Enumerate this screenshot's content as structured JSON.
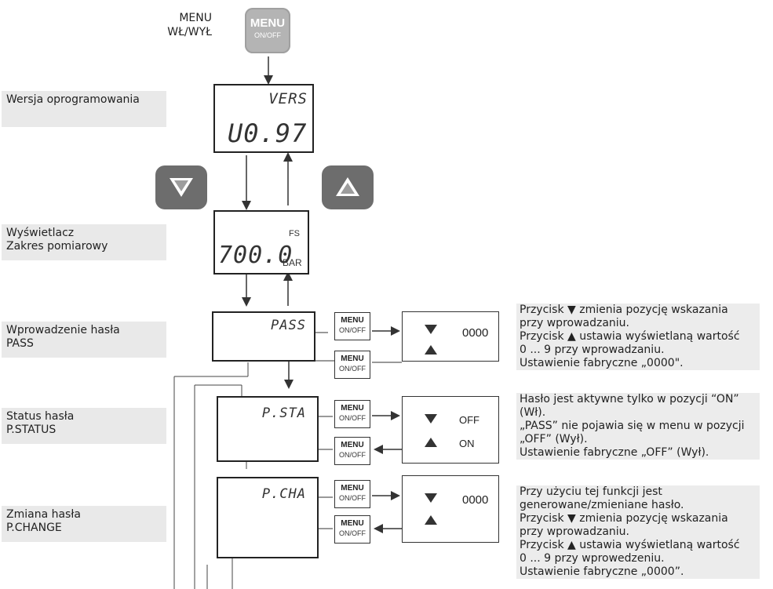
{
  "title_top": "MENU\nWŁ/WYŁ",
  "menu_button": {
    "line1": "MENU",
    "line2": "ON/OFF"
  },
  "labels": {
    "version": "Wersja oprogramowania",
    "display": "Wyświetlacz\nZakres pomiarowy",
    "pass": "Wprowadzenie hasła\nPASS",
    "status": "Status hasła\nP.STATUS",
    "change": "Zmiana hasła\nP.CHANGE"
  },
  "displays": {
    "vers_top": "VERS",
    "vers_bottom": "U0.97",
    "fs_top": "FS",
    "fs_value": "700.0",
    "fs_unit": "BAR",
    "pass": "PASS",
    "psta": "P.STA",
    "pcha": "P.CHA"
  },
  "small_menu": {
    "line1": "MENU",
    "line2": "ON/OFF"
  },
  "panels": {
    "pass_value": "0000",
    "sta_off": "OFF",
    "sta_on": "ON",
    "cha_value": "0000"
  },
  "notes": {
    "pass": "Przycisk ▼ zmienia pozycję wskazania\nprzy wprowadzaniu.\nPrzycisk ▲ ustawia wyświetlaną wartość\n0 ... 9 przy wprowadzaniu.\nUstawienie fabryczne „0000\".",
    "status": "Hasło jest aktywne tylko w pozycji “ON”\n(Wł).\n„PASS” nie pojawia się w menu w pozycji\n„OFF” (Wył).\nUstawienie fabryczne „OFF” (Wył).",
    "change": "Przy użyciu tej funkcji jest\ngenerowane/zmieniane hasło.\nPrzycisk ▼ zmienia pozycję wskazania\nprzy wprowadzaniu.\nPrzycisk ▲ ustawia wyświetlaną wartość\n0 ... 9 przy wprowedzeniu.\nUstawienie fabryczne „0000”."
  },
  "colors": {
    "button_gray": "#6d6d6d",
    "label_bg": "#e9e9e9",
    "menu_btn": "#b4b4b4"
  }
}
